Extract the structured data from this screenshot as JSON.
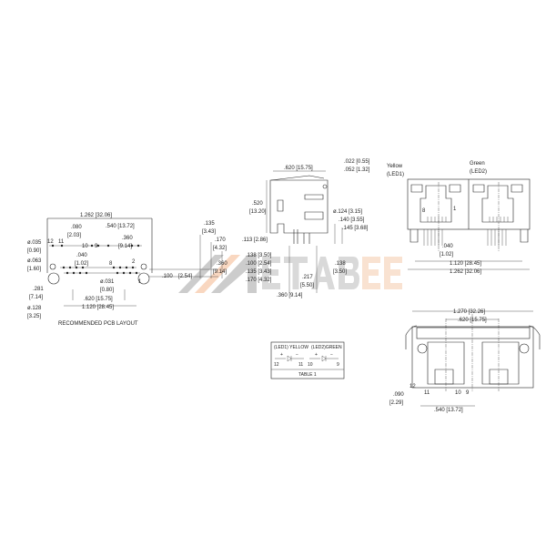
{
  "watermark": {
    "text": "METABEE",
    "colors": {
      "gray": "#9a9a9a",
      "orange": "#f4b183"
    }
  },
  "pcb_layout": {
    "title": "RECOMMENDED PCB LAYOUT",
    "labels": [
      "ø.035",
      "[0.90]",
      "ø.063",
      "[1.60]",
      ".281",
      "[7.14]",
      "ø.128",
      "[3.25]",
      "1.262 [32.06]",
      ".080",
      "[2.03]",
      ".540 [13.72]",
      ".360",
      "[9.14]",
      ".040",
      "[1.02]",
      "12",
      "11",
      "10",
      "9",
      "8",
      "2",
      "1",
      "ø.031",
      "[0.80]",
      ".620 [15.75]",
      "1.120 [28.45]",
      ".100",
      "[2.54]",
      ".135",
      "[3.43]",
      ".170",
      "[4.32]",
      ".360",
      "[9.14]"
    ]
  },
  "side_view": {
    "labels": [
      ".620 [15.75]",
      ".022 [0.55]",
      ".052 [1.32]",
      ".520",
      "[13.20]",
      "ø.124 [3.15]",
      ".140 [3.55]",
      ".145 [3.68]",
      ".113 [2.86]",
      ".138 [3.50]",
      ".100 [2.54]",
      ".135 [3.43]",
      ".170 [4.32]",
      ".138",
      "[3.50]",
      ".217",
      "[5.50]",
      ".360 [9.14]"
    ]
  },
  "front_view": {
    "labels": [
      "Yellow",
      "(LED1)",
      "Green",
      "(LED2)",
      "8",
      "1",
      ".040",
      "[1.02]",
      "1.120 [28.45]",
      "1.262 [32.06]"
    ]
  },
  "bottom_view": {
    "labels": [
      "1.270 [32.26]",
      ".620 [15.75]",
      "12",
      "11",
      "10",
      "9",
      ".090",
      "[2.29]",
      ".540 [13.72]"
    ]
  },
  "table": {
    "header_left": "(LED1) YELLOW",
    "header_right": "(LED2)GREEN",
    "pins": [
      "12",
      "11",
      "10",
      "9"
    ],
    "signs": [
      "+",
      "−",
      "+",
      "−"
    ],
    "caption": "TABLE 1"
  }
}
